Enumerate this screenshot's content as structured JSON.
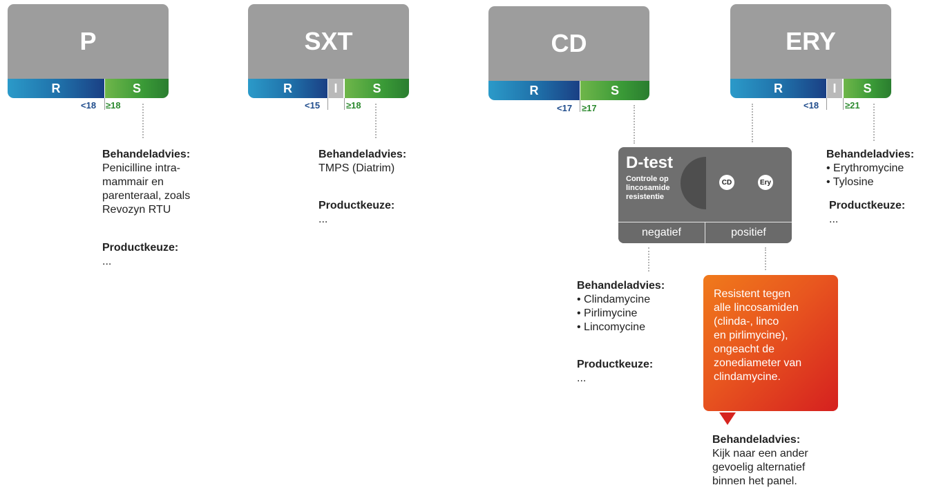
{
  "cards": [
    {
      "name": "P",
      "r": "R",
      "s": "S",
      "r_thr": "<18",
      "s_thr": "≥18"
    },
    {
      "name": "SXT",
      "r": "R",
      "i": "I",
      "s": "S",
      "r_thr": "<15",
      "s_thr": "≥18"
    },
    {
      "name": "CD",
      "r": "R",
      "s": "S",
      "r_thr": "<17",
      "s_thr": "≥17"
    },
    {
      "name": "ERY",
      "r": "R",
      "i": "I",
      "s": "S",
      "r_thr": "<18",
      "s_thr": "≥21"
    }
  ],
  "advice_p": {
    "heading": "Behandeladvies:",
    "lines": [
      "Penicilline intra-",
      "mammair en",
      "parenteraal, zoals",
      "Revozyn RTU"
    ],
    "product_heading": "Productkeuze:",
    "product_value": "..."
  },
  "advice_sxt": {
    "heading": "Behandeladvies:",
    "line": "TMPS (Diatrim)",
    "product_heading": "Productkeuze:",
    "product_value": "..."
  },
  "advice_ery": {
    "heading": "Behandeladvies:",
    "items": [
      "Erythromycine",
      "Tylosine"
    ],
    "product_heading": "Productkeuze:",
    "product_value": "..."
  },
  "dtest": {
    "title": "D-test",
    "subtitle": [
      "Controle op",
      "lincosamide",
      "resistentie"
    ],
    "disk_cd": "CD",
    "disk_ery": "Ery",
    "negative": "negatief",
    "positive": "positief",
    "color": "#6f6f6f"
  },
  "advice_negative": {
    "heading": "Behandeladvies:",
    "items": [
      "Clindamycine",
      "Pirlimycine",
      "Lincomycine"
    ],
    "product_heading": "Productkeuze:",
    "product_value": "..."
  },
  "warning": {
    "lines": [
      "Resistent tegen",
      "alle lincosamiden",
      "(clinda-, linco",
      "en pirlimycine),",
      "ongeacht de",
      "zonediameter van",
      "clindamycine."
    ],
    "color": "#e8561f"
  },
  "advice_positive": {
    "heading": "Behandeladvies:",
    "lines": [
      "Kijk naar een ander",
      "gevoelig alternatief",
      "binnen het panel."
    ]
  },
  "colors": {
    "resistant": "#1f4c8c",
    "susceptible": "#2c8a2f",
    "header_gray": "#9d9d9d"
  }
}
